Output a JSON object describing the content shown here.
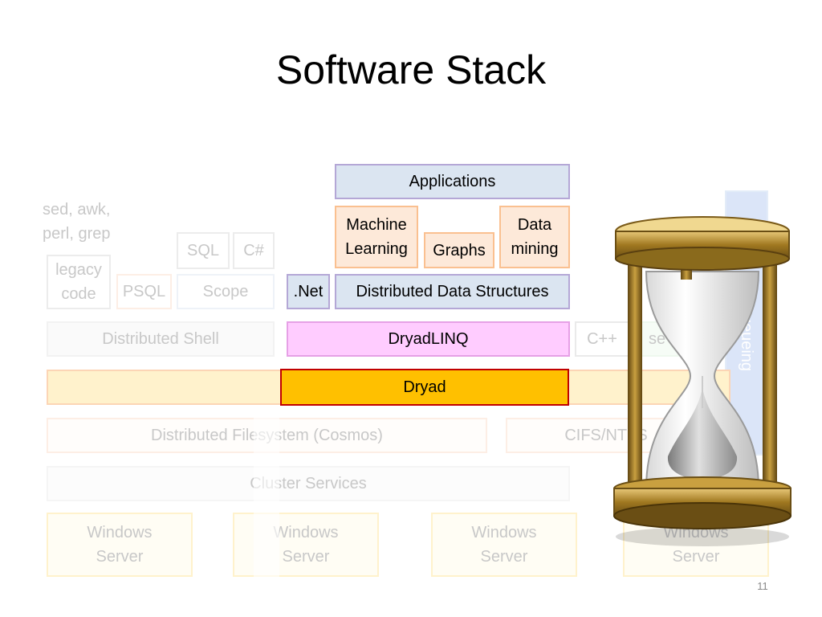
{
  "slide": {
    "title": "Software Stack",
    "slide_number": "11"
  },
  "stack": {
    "applications": "Applications",
    "machine_learning": [
      "Machine",
      "Learning"
    ],
    "graphs": "Graphs",
    "data_mining": [
      "Data",
      "mining"
    ],
    "dotnet": ".Net",
    "distributed_data_structures": "Distributed Data Structures",
    "dryadlinq": "DryadLINQ",
    "dryad": "Dryad"
  },
  "faded": {
    "unix_tools": [
      "sed, awk,",
      "perl, grep"
    ],
    "sql": "SQL",
    "csharp": "C#",
    "legacy_code": [
      "legacy",
      "code"
    ],
    "psql": "PSQL",
    "scope": "Scope",
    "distributed_shell": "Distributed Shell",
    "cpp": "C++",
    "se_partial": "se",
    "job_queueing": "Job queueing",
    "filesystem": "Distributed Filesystem (Cosmos)",
    "cifs": "CIFS/NTFS",
    "cluster_services": "Cluster Services",
    "servers": [
      [
        "Windows",
        "Server"
      ],
      [
        "Windows",
        "Server"
      ],
      [
        "Windows",
        "Server"
      ],
      [
        "Windows",
        "Server"
      ]
    ]
  },
  "colors": {
    "blue_fill": "#dbe5f1",
    "blue_border": "#b4a7d6",
    "orange_fill": "#fde9d9",
    "orange_border": "#fac090",
    "pink_fill": "#ffccff",
    "pink_border": "#e6a0e6",
    "dryad_fill": "#ffc000",
    "dryad_border": "#c00000",
    "faded_yellow": "#fff8e0"
  }
}
